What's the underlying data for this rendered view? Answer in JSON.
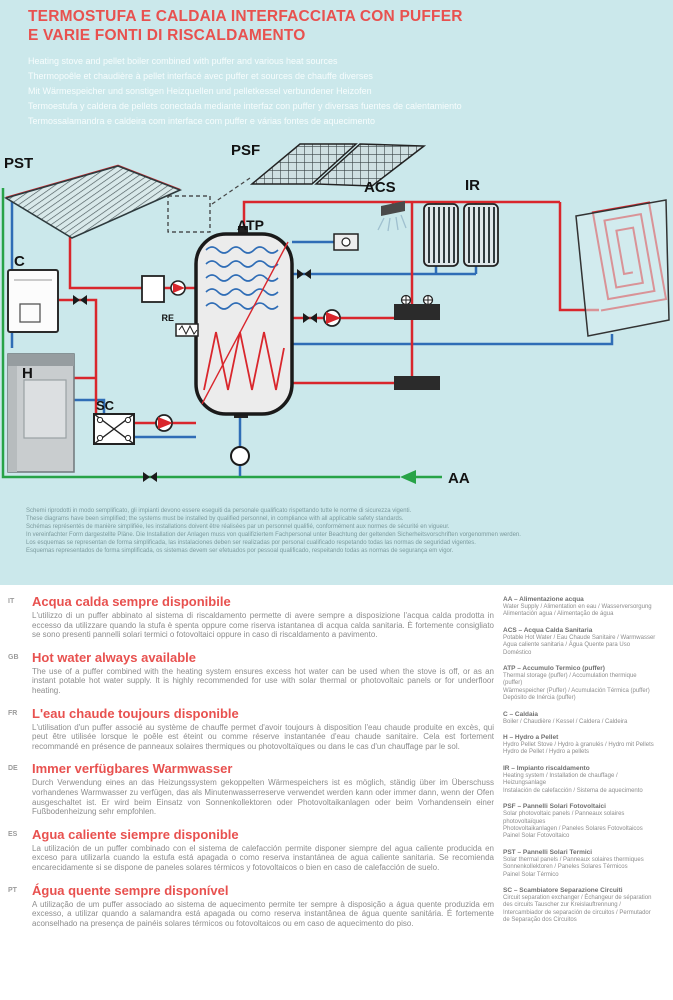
{
  "page": {
    "bg": "#cbe8eb",
    "accent": "#e8514f"
  },
  "header": {
    "title_line1": "TERMOSTUFA E CALDAIA INTERFACCIATA CON PUFFER",
    "title_line2": "E VARIE FONTI DI RISCALDAMENTO",
    "subtitles": [
      "Heating stove and pellet boiler combined with puffer and various heat sources",
      "Thermopoêle et chaudière à pellet interfacé avec puffer et sources de chauffe diverses",
      "Mit Wärmespeicher und sonstigen Heizquellen und pelletkessel verbundener Heizofen",
      "Termoestufa y caldera de pellets conectada mediante interfaz con puffer y diversas fuentes de calentamiento",
      "Termossalamandra e caldeira com interface com puffer e várias fontes de aquecimento"
    ]
  },
  "diagram": {
    "labels": {
      "pst": "PST",
      "psf": "PSF",
      "acs": "ACS",
      "ir": "IR",
      "atp": "ATP",
      "c": "C",
      "h": "H",
      "re": "RE",
      "sc": "SC",
      "aa": "AA"
    },
    "colors": {
      "hot": "#d9262c",
      "cold": "#2f6db6",
      "supply": "#27a347"
    }
  },
  "disclaimer": {
    "lines": [
      "Schemi riprodotti in modo semplificato, gli impianti devono essere eseguiti da personale qualificato rispettando tutte le norme di sicurezza vigenti.",
      "These diagrams have been simplified; the systems must be installed by qualified personnel, in compliance with all applicable safety standards.",
      "Schémas représentés de manière simplifiée, les installations doivent être réalisées par un personnel qualifié, conformément aux normes de sécurité en vigueur.",
      "In vereinfachter Form dargestellte Pläne. Die Installation der Anlagen muss von qualifiziertem Fachpersonal unter Beachtung der geltenden Sicherheitsvorschriften vorgenommen werden.",
      "Los esquemas se representan de forma simplificada, las instalaciones deben ser realizadas por personal cualificado respetando todas las normas de seguridad vigentes.",
      "Esquemas representados de forma simplificada, os sistemas devem ser efetuados por pessoal qualificado, respeitando todas as normas de segurança em vigor."
    ]
  },
  "sections": [
    {
      "code": "IT",
      "title": "Acqua calda sempre disponibile",
      "body": "L'utilizzo di un puffer abbinato al sistema di riscaldamento permette di avere sempre a disposizione l'acqua calda prodotta in eccesso da utilizzare quando la stufa è spenta oppure come riserva istantanea di acqua calda sanitaria. È fortemente consigliato se sono presenti pannelli solari termici o fotovoltaici oppure in caso di riscaldamento a pavimento."
    },
    {
      "code": "GB",
      "title": "Hot water always available",
      "body": "The use of a puffer combined with the heating system ensures excess hot water can be used when the stove is off, or as an instant potable hot water supply. It is highly recommended for use with solar thermal or photovoltaic panels or for underfloor heating."
    },
    {
      "code": "FR",
      "title": "L'eau chaude toujours disponible",
      "body": "L'utilisation d'un puffer associé au système de chauffe permet d'avoir toujours à disposition l'eau chaude produite en excès, qui peut être utilisée lorsque le poêle est éteint ou comme réserve instantanée d'eau chaude sanitaire. Cela est fortement recommandé en présence de panneaux solaires thermiques ou photovoltaïques ou dans le cas d'un chauffage par le sol."
    },
    {
      "code": "DE",
      "title": "Immer verfügbares Warmwasser",
      "body": "Durch Verwendung eines an das Heizungssystem gekoppelten Wärmespeichers ist es möglich, ständig über im Überschuss vorhandenes Warmwasser zu verfügen, das als Minutenwasserreserve verwendet werden kann oder immer dann, wenn der Ofen ausgeschaltet ist. Er wird beim Einsatz von Sonnenkollektoren oder Photovoltaikanlagen oder beim Vorhandensein einer Fußbodenheizung sehr empfohlen."
    },
    {
      "code": "ES",
      "title": "Agua caliente siempre disponible",
      "body": "La utilización de un puffer combinado con el sistema de calefacción permite disponer siempre del agua caliente producida en exceso para utilizarla cuando la estufa está apagada o como reserva instantánea de agua caliente sanitaria. Se recomienda encarecidamente si se dispone de paneles solares térmicos y fotovoltaicos o bien en caso de calefacción de suelo."
    },
    {
      "code": "PT",
      "title": "Água quente sempre disponível",
      "body": "A utilização de um puffer associado ao sistema de aquecimento permite ter sempre à disposição a água quente produzida em excesso, a utilizar quando a salamandra está apagada ou como reserva instantânea de água quente sanitária. É fortemente aconselhado na presença de painéis solares térmicos ou fotovoltaicos ou em caso de aquecimento do piso."
    }
  ],
  "legend": [
    {
      "title": "AA – Alimentazione acqua",
      "body": "Water Supply / Alimentation en eau / Wasserversorgung\nAlimentación agua / Alimentação de água"
    },
    {
      "title": "ACS – Acqua Calda Sanitaria",
      "body": "Potable Hot Water / Eau Chaude Sanitaire / Warmwasser\nAgua caliente sanitaria / Água Quente para Uso\nDoméstico"
    },
    {
      "title": "ATP – Accumulo Termico (puffer)",
      "body": "Thermal storage (puffer) / Accumulation thermique\n(puffer)\nWärmespeicher (Puffer) / Acumulación Térmica (puffer)\nDepósito de Inércia (puffer)"
    },
    {
      "title": "C – Caldaia",
      "body": "Boiler / Chaudière / Kessel / Caldera / Caldeira"
    },
    {
      "title": "H – Hydro a Pellet",
      "body": "Hydro Pellet Stove / Hydro à granulés / Hydro mit Pellets\nHydro de Pellet / Hydro a pellets"
    },
    {
      "title": "IR – Impianto riscaldamento",
      "body": "Heating system / Installation de chauffage /\nHeizungsanlage\nInstalación de calefacción / Sistema de aquecimento"
    },
    {
      "title": "PSF – Pannelli Solari Fotovoltaici",
      "body": "Solar photovoltaic panels / Panneaux solaires\nphotovoltaïques\nPhotovoltaikanlagen / Paneles Solares Fotovoltaicos\nPainel Solar Fotovoltaico"
    },
    {
      "title": "PST – Pannelli Solari Termici",
      "body": "Solar thermal panels / Panneaux solaires thermiques\nSonnenkollektoren / Paneles Solares Térmicos\nPainel Solar Térmico"
    },
    {
      "title": "SC – Scambiatore Separazione Circuiti",
      "body": "Circuit separation exchanger / Échangeur de séparation\ndes circuits Tauscher zur Kreislauftrennung /\nIntercambiador de separación de circuitos / Permutador\nde Separação dos Circuitos"
    }
  ]
}
